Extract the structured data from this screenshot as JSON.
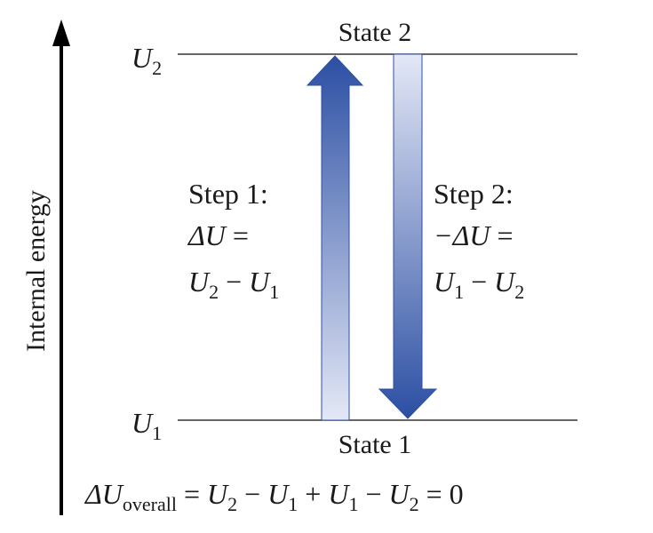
{
  "axis": {
    "label": "Internal energy"
  },
  "levels": {
    "upper": {
      "symbol": "U",
      "sub": "2",
      "state": "State 2"
    },
    "lower": {
      "symbol": "U",
      "sub": "1",
      "state": "State 1"
    }
  },
  "step1": {
    "title": "Step 1:",
    "line2": {
      "a": "ΔU",
      "b": " ="
    },
    "line3": {
      "u2": "U",
      "u2sub": "2",
      "minus": " − ",
      "u1": "U",
      "u1sub": "1"
    }
  },
  "step2": {
    "title": "Step 2:",
    "line2": {
      "a": "−ΔU",
      "b": " ="
    },
    "line3": {
      "u1": "U",
      "u1sub": "1",
      "minus": " − ",
      "u2": "U",
      "u2sub": "2"
    }
  },
  "equation": {
    "delta": "ΔU",
    "sub": "overall",
    "eq": " = ",
    "u2": "U",
    "u2sub": "2",
    "op1": " − ",
    "u1a": "U",
    "u1asub": "1",
    "op2": " + ",
    "u1b": "U",
    "u1bsub": "1",
    "op3": " − ",
    "u2b": "U",
    "u2bsub": "2",
    "end": " = 0"
  },
  "colors": {
    "arrow_dark": "#2c4fa3",
    "arrow_light": "#e4e8f6",
    "line": "#333333"
  }
}
